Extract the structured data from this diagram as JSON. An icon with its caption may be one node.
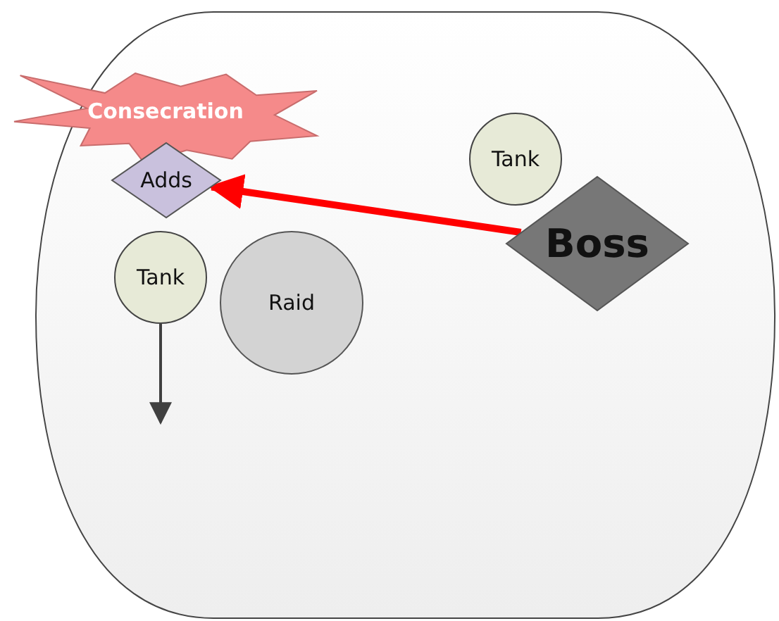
{
  "diagram": {
    "nodes": [
      {
        "text": [],
        "shape": "box"
      },
      {
        "text": [
          "Consecration"
        ]
      },
      {
        "text": [
          "Adds"
        ],
        "in": 0
      },
      {
        "text": [
          "Tank"
        ],
        "in": 0
      },
      {
        "text": [
          "Boss"
        ],
        "in": 0
      },
      {
        "text": [
          "Tank"
        ],
        "in": 0
      },
      {
        "text": [
          "Raid"
        ],
        "in": 0
      }
    ],
    "edges": [
      {
        "from": 4,
        "to": 2,
        "arrow": "to",
        "style": "thick",
        "color": "#ff0000"
      },
      {
        "from": 5,
        "to": null,
        "arrow": "to",
        "color": "#404040"
      }
    ]
  }
}
